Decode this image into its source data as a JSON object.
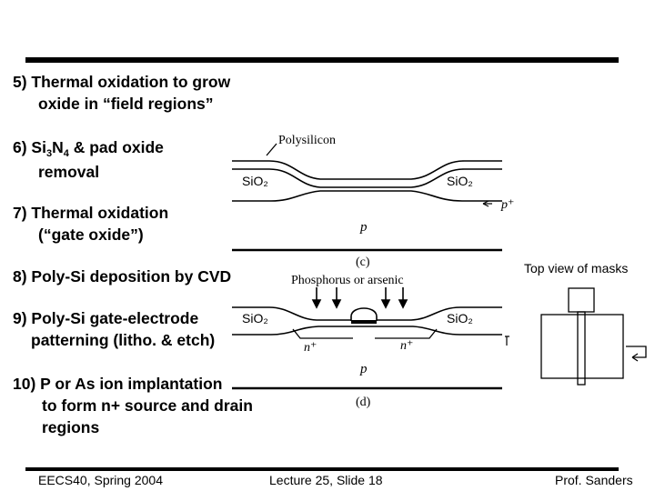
{
  "steps": [
    {
      "line1": "5) Thermal oxidation to grow",
      "line2": "oxide in “field regions”"
    },
    {
      "line1_pre": "6) Si",
      "sub1": "3",
      "mid": "N",
      "sub2": "4",
      "line1_post": " & pad oxide",
      "line2": "removal"
    },
    {
      "line1": "7) Thermal oxidation",
      "line2": "(“gate oxide”)"
    },
    {
      "line1": "8) Poly-Si deposition by CVD"
    },
    {
      "line1": "9) Poly-Si gate-electrode",
      "line2": "patterning (litho. & etch)"
    },
    {
      "line1": "10) P or As ion implantation",
      "line2": "to form n+ source and drain",
      "line3": "regions"
    }
  ],
  "figure_c": {
    "polysilicon": "Polysilicon",
    "sio2_left": "SiO₂",
    "sio2_right": "SiO₂",
    "p_plus": "p⁺",
    "p": "p",
    "caption": "(c)"
  },
  "figure_d": {
    "dopant": "Phosphorus or arsenic",
    "sio2_left": "SiO₂",
    "sio2_right": "SiO₂",
    "n_plus_left": "n⁺",
    "n_plus_right": "n⁺",
    "p": "p",
    "caption": "(d)"
  },
  "mask": {
    "title": "Top view of masks"
  },
  "footer": {
    "left": "EECS40, Spring 2004",
    "center": "Lecture 25, Slide 18",
    "right": "Prof. Sanders"
  }
}
